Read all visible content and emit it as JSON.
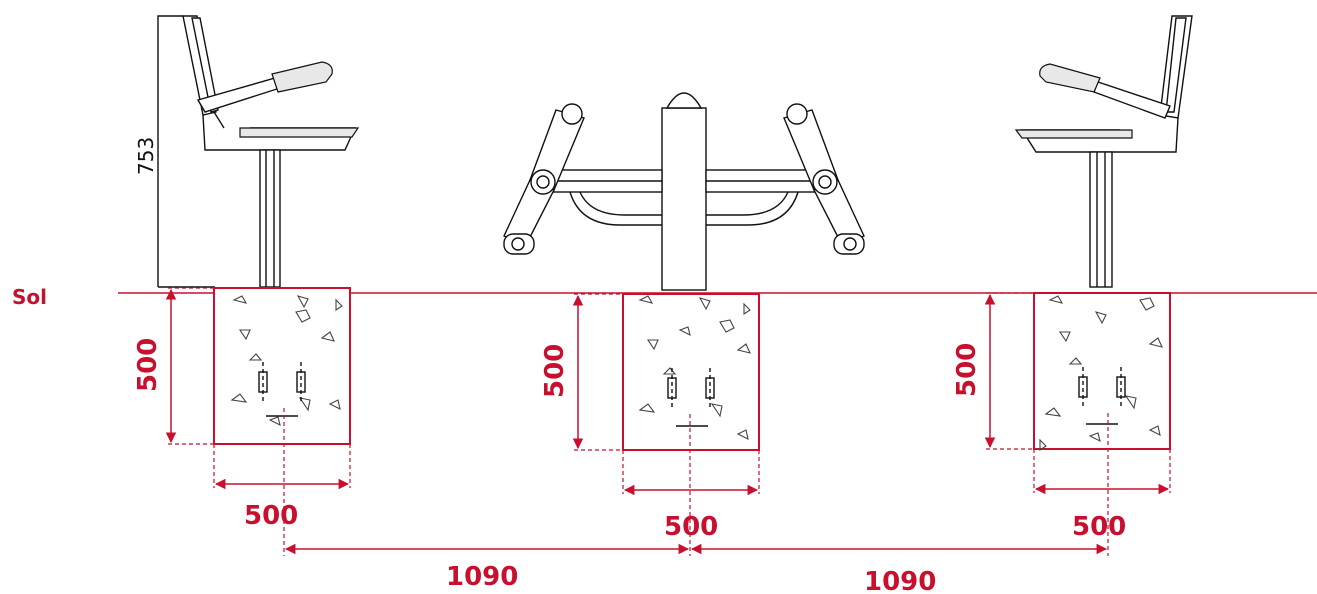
{
  "colors": {
    "accent": "#c8102e",
    "line": "#111111"
  },
  "labels": {
    "ground": "Sol",
    "seat_height": "753",
    "depth_left": "500",
    "depth_middle": "500",
    "depth_right": "500",
    "width_left": "500",
    "width_middle": "500",
    "width_right": "500",
    "spacing_left": "1090",
    "spacing_right": "1090"
  }
}
